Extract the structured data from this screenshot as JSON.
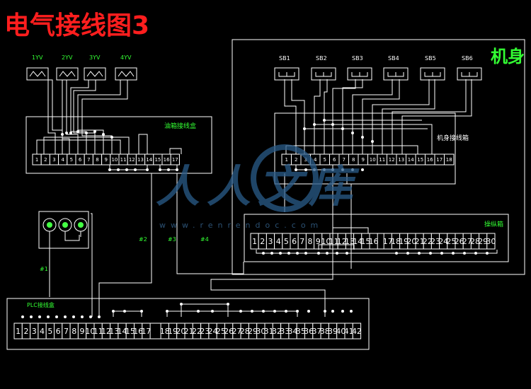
{
  "title": "电气接线图3",
  "colors": {
    "title": "#ff1e1e",
    "label_green": "#33ff33",
    "line": "#ffffff",
    "watermark": "#2a5c8a",
    "indicator": "#44ff44"
  },
  "body_label": "机身",
  "valves": {
    "labels": [
      "1YV",
      "2YV",
      "3YV",
      "4YV"
    ]
  },
  "switches": {
    "labels": [
      "SB1",
      "SB2",
      "SB3",
      "SB4",
      "SB5",
      "SB6"
    ]
  },
  "oil_box": {
    "label": "油箱接线盒",
    "terminals": [
      "1",
      "2",
      "3",
      "4",
      "5",
      "6",
      "7",
      "8",
      "9",
      "10",
      "11",
      "12",
      "13",
      "14",
      "15",
      "16",
      "17"
    ]
  },
  "body_box": {
    "label": "机身接线箱",
    "terminals": [
      "1",
      "2",
      "3",
      "4",
      "5",
      "6",
      "7",
      "8",
      "9",
      "10",
      "11",
      "12",
      "13",
      "14",
      "15",
      "16",
      "17",
      "18"
    ]
  },
  "control_box": {
    "label": "操纵箱",
    "terminals": [
      "1",
      "2",
      "3",
      "4",
      "5",
      "6",
      "7",
      "8",
      "9",
      "10",
      "11",
      "12",
      "13",
      "14",
      "15",
      "16",
      "17",
      "18",
      "19",
      "20",
      "21",
      "22",
      "23",
      "24",
      "25",
      "26",
      "27",
      "28",
      "29",
      "30"
    ]
  },
  "plc_box": {
    "label": "PLC接线盒",
    "terminals": [
      "1",
      "2",
      "3",
      "4",
      "5",
      "6",
      "7",
      "8",
      "9",
      "10",
      "11",
      "12",
      "13",
      "14",
      "15",
      "16",
      "17",
      "18",
      "19",
      "20",
      "21",
      "22",
      "23",
      "24",
      "25",
      "26",
      "27",
      "28",
      "29",
      "30",
      "31",
      "32",
      "33",
      "34",
      "35",
      "36",
      "37",
      "38",
      "39",
      "40",
      "41",
      "42"
    ]
  },
  "cables": [
    "#1",
    "#2",
    "#3",
    "#4"
  ],
  "watermark": {
    "text": "人人文库",
    "url": "www.renrendoc.com"
  }
}
